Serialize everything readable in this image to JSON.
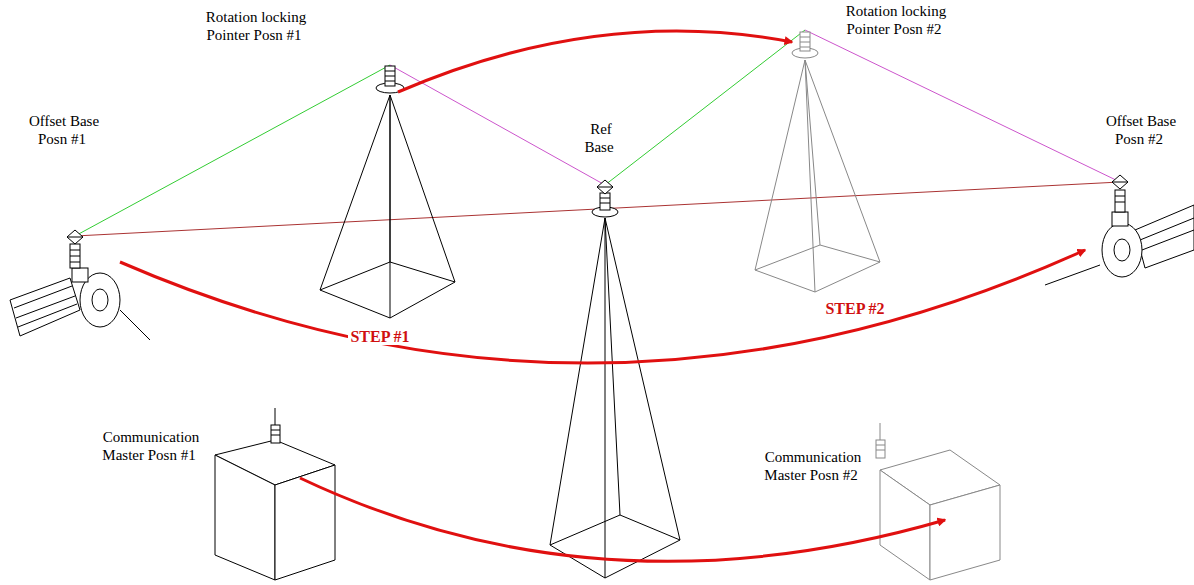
{
  "diagram": {
    "labels": [
      "Rotation locking Pointer Posn #1",
      "Rotation locking Pointer Posn #2",
      "Offset Base Posn #1",
      "Ref Base",
      "Offset Base Posn #2",
      "STEP #1",
      "STEP #2",
      "Communication Master Posn #1",
      "Communication Master Posn #2"
    ]
  }
}
